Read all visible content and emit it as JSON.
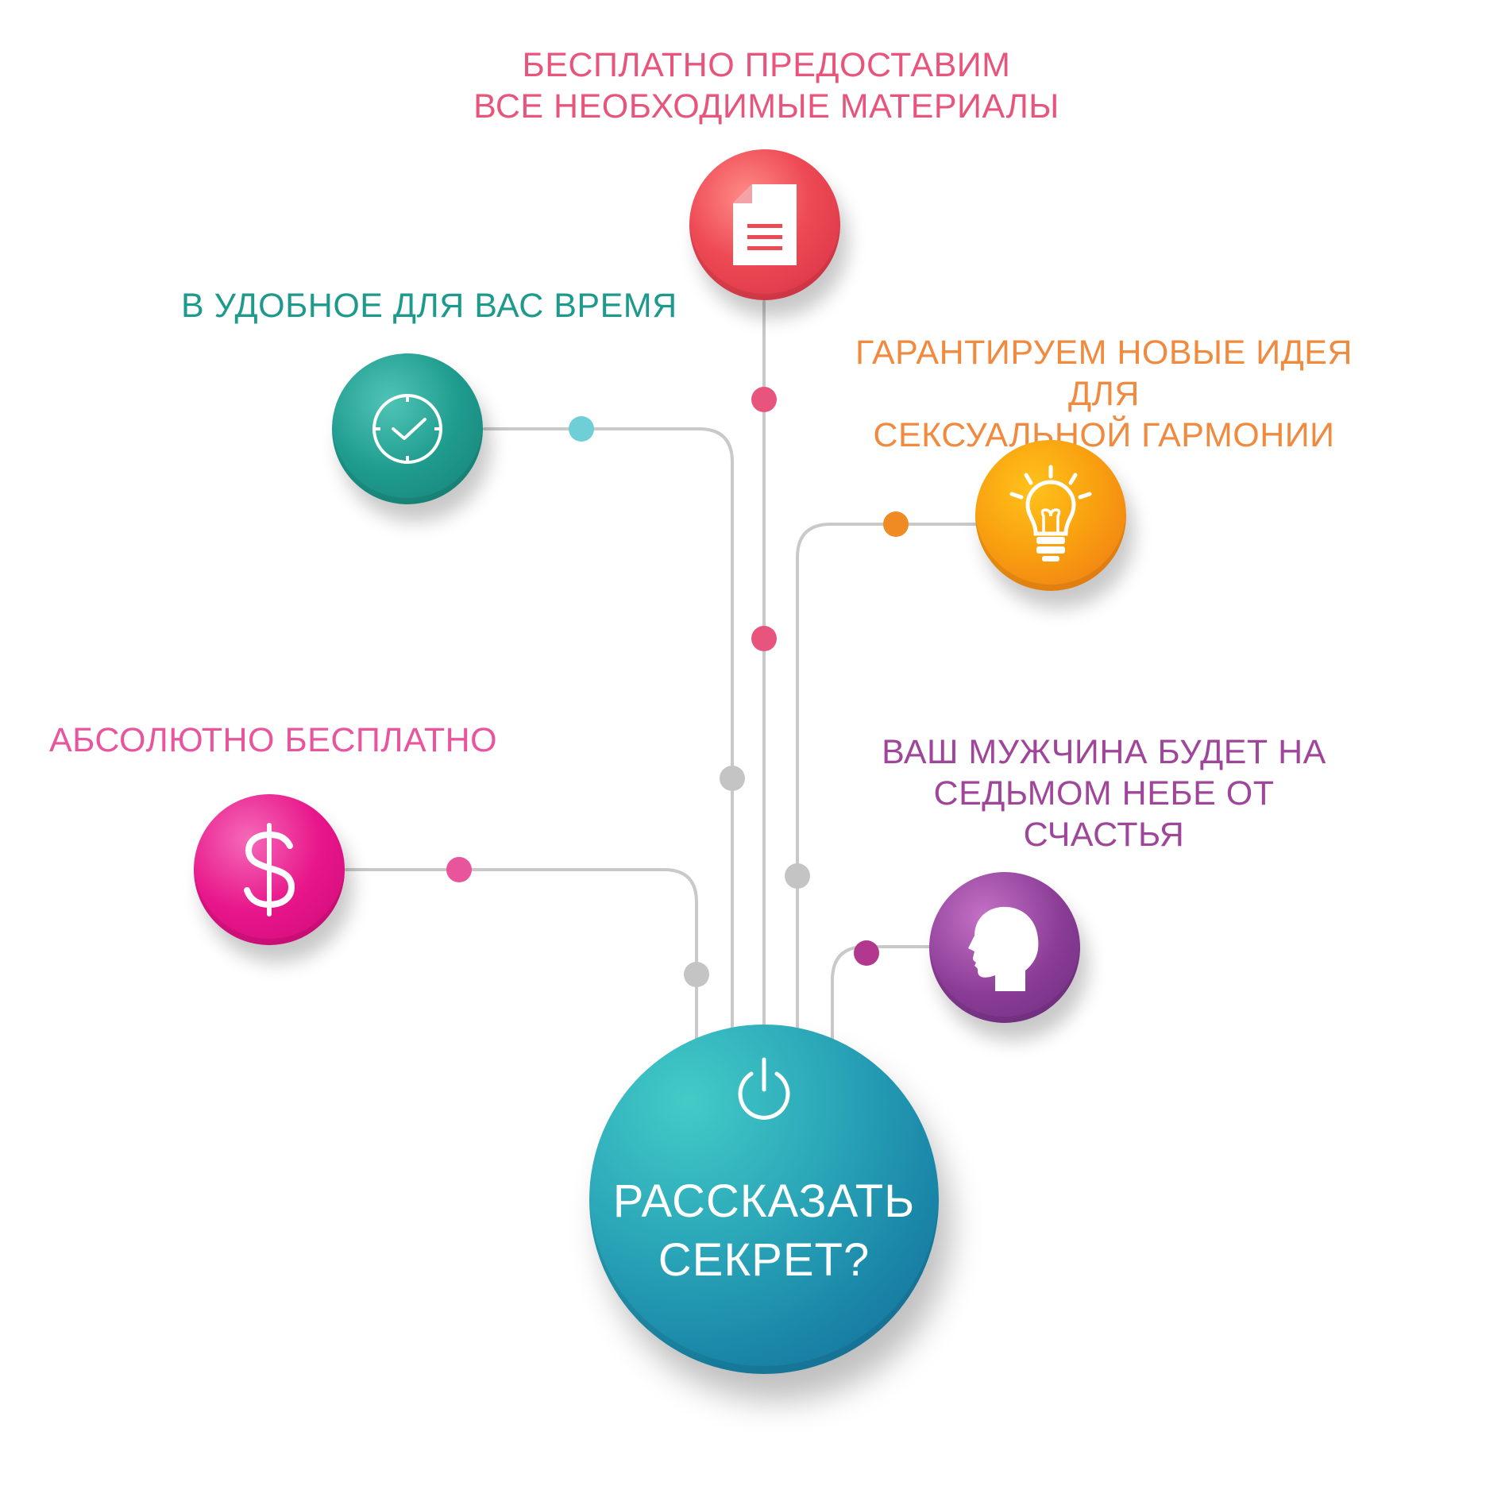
{
  "center": {
    "line1": "РАССКАЗАТЬ",
    "line2": "СЕКРЕТ?",
    "icon": "power-icon"
  },
  "items": {
    "materials": {
      "line1": "БЕСПЛАТНО ПРЕДОСТАВИМ",
      "line2": "ВСЕ НЕОБХОДИМЫЕ МАТЕРИАЛЫ",
      "color": "#e8557c",
      "icon": "document-icon"
    },
    "time": {
      "line1": "В УДОБНОЕ ДЛЯ ВАС ВРЕМЯ",
      "color": "#1e9a8c",
      "icon": "clock-icon"
    },
    "ideas": {
      "line1": "ГАРАНТИРУЕМ НОВЫЕ ИДЕЯ ДЛЯ",
      "line2": "СЕКСУАЛЬНОЙ ГАРМОНИИ",
      "color": "#f08a3e",
      "icon": "lightbulb-icon"
    },
    "free": {
      "line1": "АБСОЛЮТНО БЕСПЛАТНО",
      "color": "#e8559c",
      "icon": "dollar-icon"
    },
    "happiness": {
      "line1": "ВАШ МУЖЧИНА БУДЕТ НА",
      "line2": "СЕДЬМОМ НЕБЕ ОТ СЧАСТЬЯ",
      "color": "#a0469a",
      "icon": "head-icon"
    }
  },
  "colors": {
    "connector": "#c9c9c9",
    "red_node": "#e9434c",
    "teal_node": "#1f9c8e",
    "orange_node": "#f58a14",
    "pink_node": "#e8168a",
    "purple_node": "#8a3c95",
    "center_node": "#1e8cae"
  }
}
